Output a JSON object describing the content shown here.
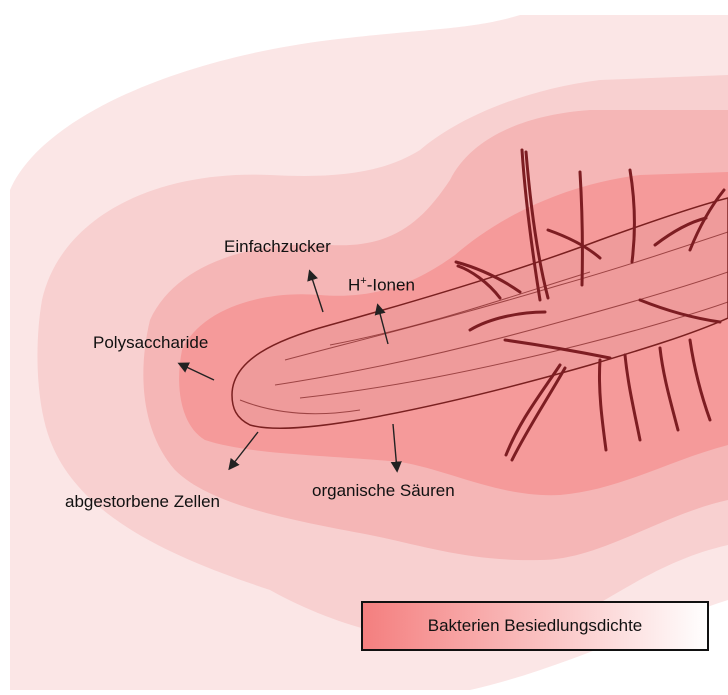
{
  "figure": {
    "labels": {
      "einfachzucker": "Einfachzucker",
      "h_ionen_base": "H",
      "h_ionen_sup": "+",
      "h_ionen_rest": "-Ionen",
      "polysaccharide": "Polysaccharide",
      "abgestorbene_zellen": "abgestorbene Zellen",
      "organische_saeuren": "organische Säuren"
    },
    "legend": {
      "label": "Bakterien Besiedlungsdichte",
      "gradient_start": "#f47e7e",
      "gradient_end": "#ffffff"
    },
    "colors": {
      "zone_outer": "#fbe6e6",
      "zone_2": "#f8d0d0",
      "zone_3": "#f5b6b6",
      "zone_inner": "#f59a9a",
      "root_fill": "#ef9b9b",
      "root_stroke": "#7a2020",
      "root_hair": "#7d1d22",
      "arrow": "#222222"
    }
  }
}
